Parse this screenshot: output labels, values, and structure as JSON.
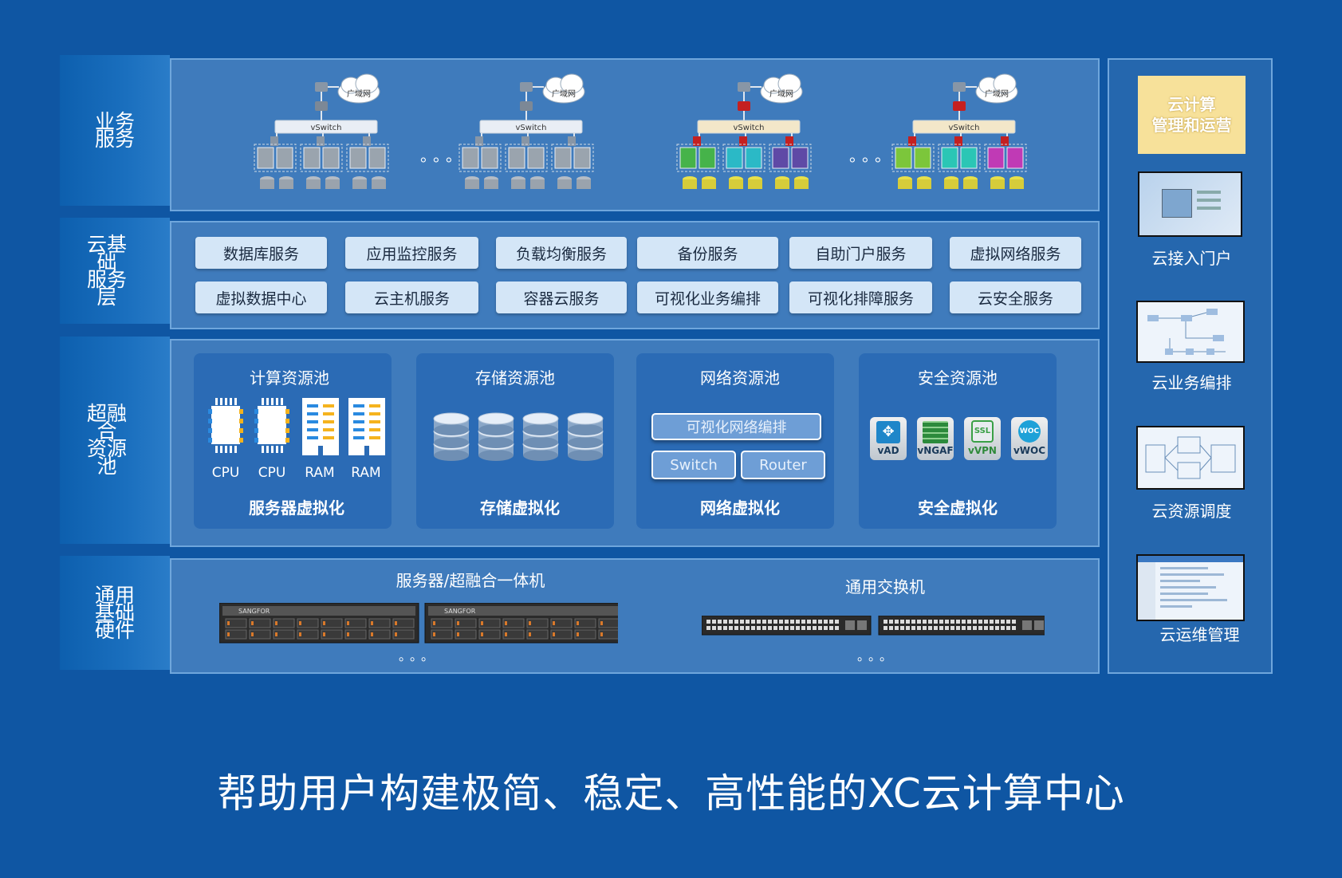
{
  "layers": {
    "business": "业务服务",
    "cloud_base": "云基础服务层",
    "hci_pool": "超融合资源池",
    "hardware": "通用基础硬件"
  },
  "layer_lines": {
    "business": [
      "业务",
      "服务"
    ],
    "cloud_base": [
      "云基础",
      "服务层"
    ],
    "hci_pool": [
      "超融合",
      "资源池"
    ],
    "hardware": [
      "通用",
      "基础",
      "硬件"
    ]
  },
  "business": {
    "cloud_label": "广域网",
    "vswitch_label": "vSwitch",
    "ellipsis": "。。。"
  },
  "services": {
    "row1": [
      "数据库服务",
      "应用监控服务",
      "负载均衡服务",
      "备份服务",
      "自助门户服务",
      "虚拟网络服务"
    ],
    "row2": [
      "虚拟数据中心",
      "云主机服务",
      "容器云服务",
      "可视化业务编排",
      "可视化排障服务",
      "云安全服务"
    ]
  },
  "pools": {
    "compute": {
      "title": "计算资源池",
      "subtitle": "服务器虚拟化",
      "items": [
        "CPU",
        "CPU",
        "RAM",
        "RAM"
      ]
    },
    "storage": {
      "title": "存储资源池",
      "subtitle": "存储虚拟化"
    },
    "network": {
      "title": "网络资源池",
      "subtitle": "网络虚拟化",
      "orchestration": "可视化网络编排",
      "switch": "Switch",
      "router": "Router"
    },
    "security": {
      "title": "安全资源池",
      "subtitle": "安全虚拟化",
      "items": [
        "vAD",
        "vNGAF",
        "vVPN",
        "vWOC"
      ]
    }
  },
  "hardware": {
    "server_title": "服务器/超融合一体机",
    "switch_title": "通用交换机",
    "server_brand": "SANGFOR",
    "ellipsis": "。。。"
  },
  "right": {
    "header": "云计算管理和运营",
    "header_lines": [
      "云计算",
      "管理和运营"
    ],
    "items": [
      "云接入门户",
      "云业务编排",
      "云资源调度",
      "云运维管理"
    ]
  },
  "footer": "帮助用户构建极简、稳定、高性能的XC云计算中心",
  "colors": {
    "background": "#0f56a3",
    "panel_border": "#6fa6dc",
    "service_button": "#d4e6f7",
    "pool_box": "#2b6bb5",
    "right_header": "#f7e19a"
  }
}
